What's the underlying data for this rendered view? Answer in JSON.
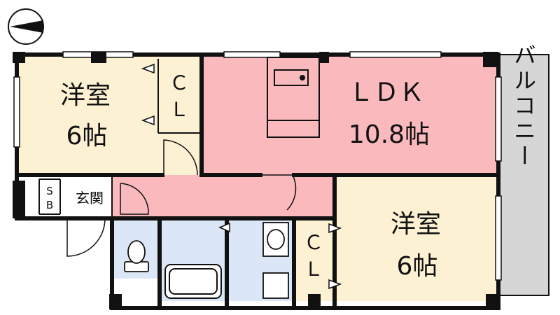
{
  "rooms": {
    "west_bedroom": {
      "name": "洋室",
      "size": "6帖"
    },
    "ldk": {
      "name": "ＬＤＫ",
      "size": "10.8帖"
    },
    "east_bedroom": {
      "name": "洋室",
      "size": "6帖"
    }
  },
  "closets": {
    "north": {
      "line1": "Ｃ",
      "line2": "Ｌ"
    },
    "south": {
      "line1": "Ｃ",
      "line2": "Ｌ"
    }
  },
  "shoe_box": {
    "line1": "S",
    "line2": "B"
  },
  "entrance": "玄関",
  "balcony": "バルコニー",
  "colors": {
    "bedroom": "#fdf1d3",
    "ldk": "#f9b9bd",
    "wet_area": "#dbe7f6",
    "balcony": "#d6d6d6",
    "wall": "#111111"
  },
  "icons": {
    "north_arrow": "north-arrow-icon"
  }
}
